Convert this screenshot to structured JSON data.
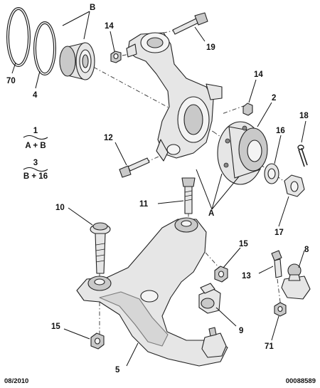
{
  "callouts": {
    "A": "A",
    "B": "B",
    "n1": "1",
    "n2": "2",
    "n3": "3",
    "n4": "4",
    "n5": "5",
    "n8": "8",
    "n9": "9",
    "n10": "10",
    "n11": "11",
    "n12": "12",
    "n13": "13",
    "n14a": "14",
    "n14b": "14",
    "n15a": "15",
    "n15b": "15",
    "n16": "16",
    "n17": "17",
    "n18": "18",
    "n19": "19",
    "n70": "70",
    "n71": "71"
  },
  "legend": {
    "kit1_formula": "A + B",
    "kit3_formula": "B + 16"
  },
  "footer": {
    "date": "08/2010",
    "reference": "00088589"
  }
}
